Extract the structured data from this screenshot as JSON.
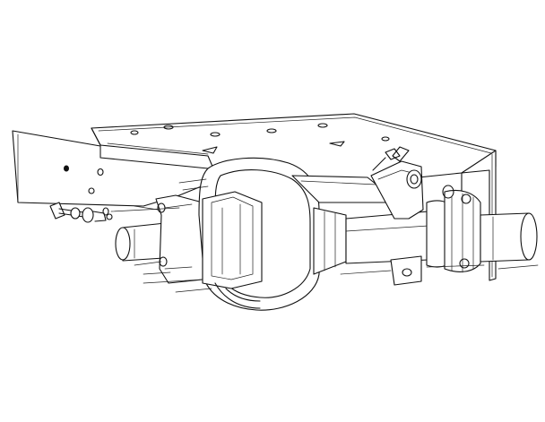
{
  "figure": {
    "background": "#ffffff",
    "stroke_color": "#111111",
    "style": "isometric line drawing",
    "parts": [
      "mounting-plate",
      "bracket-arm",
      "differential-housing",
      "axle-left",
      "axle-right",
      "fasteners"
    ]
  }
}
